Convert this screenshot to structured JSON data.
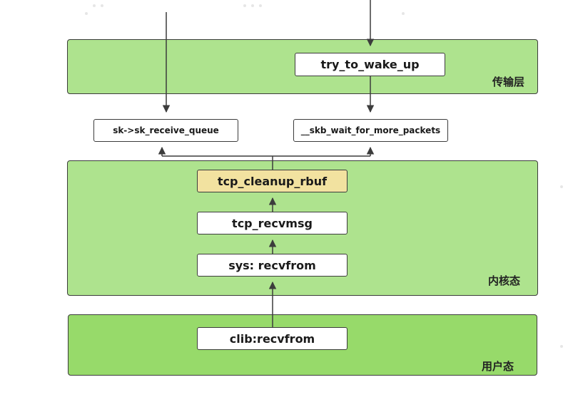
{
  "layers": {
    "transport": {
      "label": "传输层"
    },
    "kernel": {
      "label": "内核态"
    },
    "user": {
      "label": "用户态"
    }
  },
  "nodes": {
    "try_to_wake_up": "try_to_wake_up",
    "sk_receive_queue": "sk->sk_receive_queue",
    "skb_wait": "__skb_wait_for_more_packets",
    "tcp_cleanup_rbuf": "tcp_cleanup_rbuf",
    "tcp_recvmsg": "tcp_recvmsg",
    "sys_recvfrom": "sys: recvfrom",
    "clib_recvfrom": "clib:recvfrom"
  },
  "colors": {
    "transport_fill": "#aee38e",
    "kernel_fill": "#aee38e",
    "user_fill": "#97da6a",
    "highlight_fill": "#f2e2a0",
    "line": "#3c3c3c"
  }
}
